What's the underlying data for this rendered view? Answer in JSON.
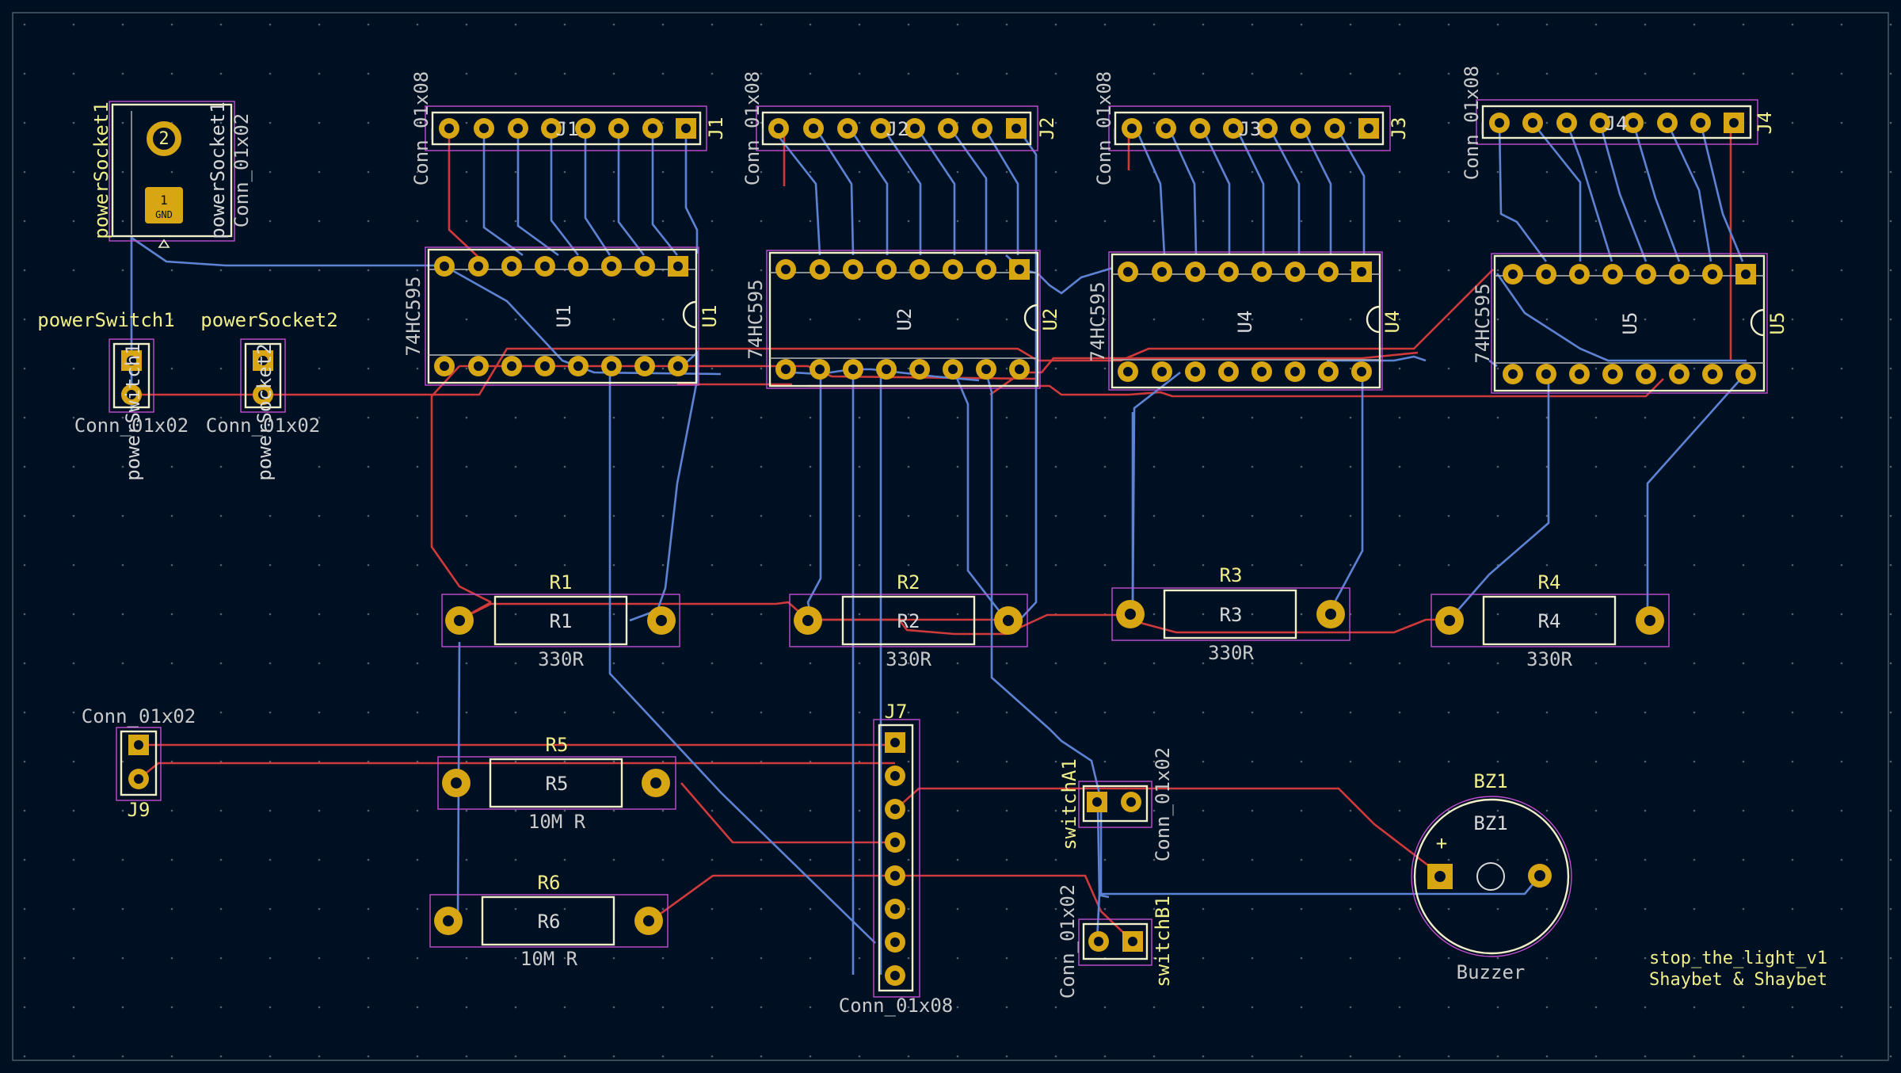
{
  "project": {
    "name": "stop_the_light_v1",
    "authors": "Shaybet & Shaybet"
  },
  "colors": {
    "background": "#001023",
    "grid_dot": "#55606e",
    "front_copper": "#5d83d4",
    "back_copper": "#d03a3a",
    "pad": "#d8a613",
    "silkscreen": "#f2eec8",
    "reference_text": "#f2ef8a",
    "courtyard": "#c24ecf"
  },
  "footprints": {
    "J1": {
      "ref": "J1",
      "value": "Conn_01x08"
    },
    "J2": {
      "ref": "J2",
      "value": "Conn_01x08"
    },
    "J3": {
      "ref": "J3",
      "value": "Conn_01x08"
    },
    "J4": {
      "ref": "J4",
      "value": "Conn_01x08"
    },
    "J7": {
      "ref": "J7",
      "value": "Conn_01x08"
    },
    "J9": {
      "ref": "J9",
      "value": "Conn_01x02"
    },
    "U1": {
      "ref": "U1",
      "value": "74HC595"
    },
    "U2": {
      "ref": "U2",
      "value": "74HC595"
    },
    "U4": {
      "ref": "U4",
      "value": "74HC595"
    },
    "U5": {
      "ref": "U5",
      "value": "74HC595"
    },
    "R1": {
      "ref": "R1",
      "value": "330R"
    },
    "R2": {
      "ref": "R2",
      "value": "330R"
    },
    "R3": {
      "ref": "R3",
      "value": "330R"
    },
    "R4": {
      "ref": "R4",
      "value": "330R"
    },
    "R5": {
      "ref": "R5",
      "value": "10M R"
    },
    "R6": {
      "ref": "R6",
      "value": "10M R"
    },
    "powerSocket1": {
      "ref": "powerSocket1",
      "value": "Conn_01x02",
      "pin_labels": [
        "1",
        "2"
      ],
      "gnd_label": "GND"
    },
    "powerSwitch1": {
      "ref": "powerSwitch1",
      "value": "Conn_01x02"
    },
    "powerSocket2": {
      "ref": "powerSocket2",
      "value": "Conn_01x02"
    },
    "switchA1": {
      "ref": "switchA1",
      "value": "Conn_01x02"
    },
    "switchB1": {
      "ref": "switchB1",
      "value": "Conn_01x02"
    },
    "BZ1": {
      "ref": "BZ1",
      "value": "Buzzer",
      "plus": "+"
    }
  }
}
